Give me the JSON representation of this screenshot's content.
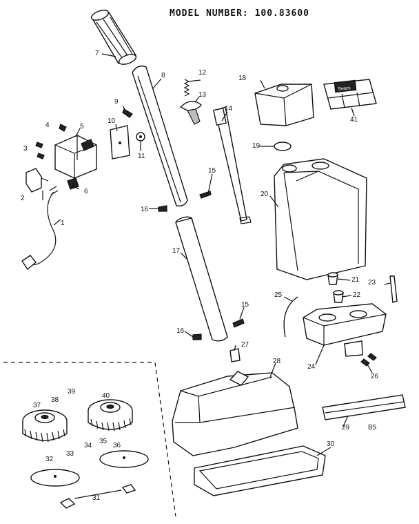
{
  "header": {
    "model_number": "MODEL NUMBER: 100.83600"
  },
  "part_numbers": [
    "1",
    "2",
    "3",
    "3",
    "4",
    "5",
    "6",
    "7",
    "8",
    "9",
    "10",
    "11",
    "12",
    "13",
    "14",
    "15",
    "15",
    "16",
    "16",
    "17",
    "18",
    "19",
    "20",
    "21",
    "22",
    "23",
    "24",
    "25",
    "26",
    "27",
    "28",
    "29",
    "30",
    "31",
    "32",
    "33",
    "34",
    "35",
    "36",
    "37",
    "38",
    "39",
    "40",
    "41",
    "B5"
  ],
  "brand_text": "Sears"
}
